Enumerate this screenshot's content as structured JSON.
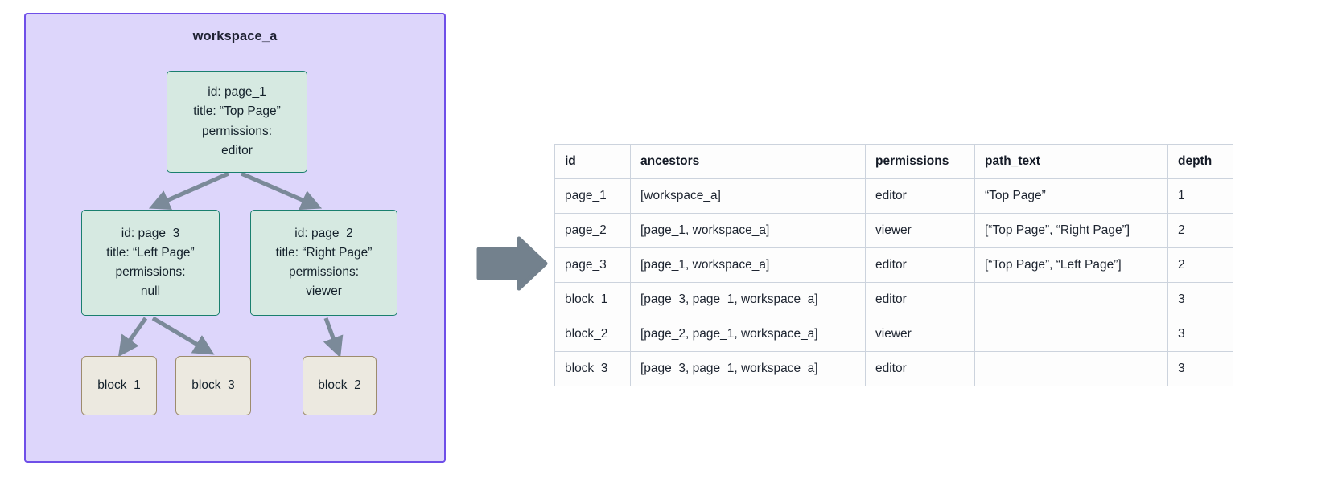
{
  "workspace": {
    "title": "workspace_a",
    "fill_color": "#ddd6fb",
    "border_color": "#6f4fe8"
  },
  "nodes": {
    "page_1": {
      "id_line": "id: page_1",
      "title_line": "title: “Top Page”",
      "permissions_label": "permissions:",
      "permissions_value": "editor",
      "fill_color": "#d6e9e1",
      "border_color": "#1a7f6e"
    },
    "page_3": {
      "id_line": "id: page_3",
      "title_line": "title: “Left Page”",
      "permissions_label": "permissions:",
      "permissions_value": "null",
      "fill_color": "#d6e9e1",
      "border_color": "#1a7f6e"
    },
    "page_2": {
      "id_line": "id: page_2",
      "title_line": "title: “Right Page”",
      "permissions_label": "permissions:",
      "permissions_value": "viewer",
      "fill_color": "#d6e9e1",
      "border_color": "#1a7f6e"
    },
    "block_1": {
      "label": "block_1",
      "fill_color": "#ece9e0",
      "border_color": "#9d8c6d"
    },
    "block_3": {
      "label": "block_3",
      "fill_color": "#ece9e0",
      "border_color": "#9d8c6d"
    },
    "block_2": {
      "label": "block_2",
      "fill_color": "#ece9e0",
      "border_color": "#9d8c6d"
    }
  },
  "edges": [
    {
      "from": "page_1",
      "to": "page_3"
    },
    {
      "from": "page_1",
      "to": "page_2"
    },
    {
      "from": "page_3",
      "to": "block_1"
    },
    {
      "from": "page_3",
      "to": "block_3"
    },
    {
      "from": "page_2",
      "to": "block_2"
    }
  ],
  "transform_arrow": {
    "name": "transform-arrow",
    "color": "#73818d"
  },
  "table": {
    "columns": [
      "id",
      "ancestors",
      "permissions",
      "path_text",
      "depth"
    ],
    "rows": [
      {
        "id": "page_1",
        "ancestors": "[workspace_a]",
        "permissions": "editor",
        "path_text": "“Top Page”",
        "depth": "1"
      },
      {
        "id": "page_2",
        "ancestors": "[page_1, workspace_a]",
        "permissions": "viewer",
        "path_text": "[“Top Page”, “Right Page”]",
        "depth": "2"
      },
      {
        "id": "page_3",
        "ancestors": "[page_1, workspace_a]",
        "permissions": "editor",
        "path_text": "[“Top Page”, “Left Page”]",
        "depth": "2"
      },
      {
        "id": "block_1",
        "ancestors": "[page_3, page_1, workspace_a]",
        "permissions": "editor",
        "path_text": "",
        "depth": "3"
      },
      {
        "id": "block_2",
        "ancestors": "[page_2, page_1, workspace_a]",
        "permissions": "viewer",
        "path_text": "",
        "depth": "3"
      },
      {
        "id": "block_3",
        "ancestors": "[page_3, page_1, workspace_a]",
        "permissions": "editor",
        "path_text": "",
        "depth": "3"
      }
    ]
  }
}
